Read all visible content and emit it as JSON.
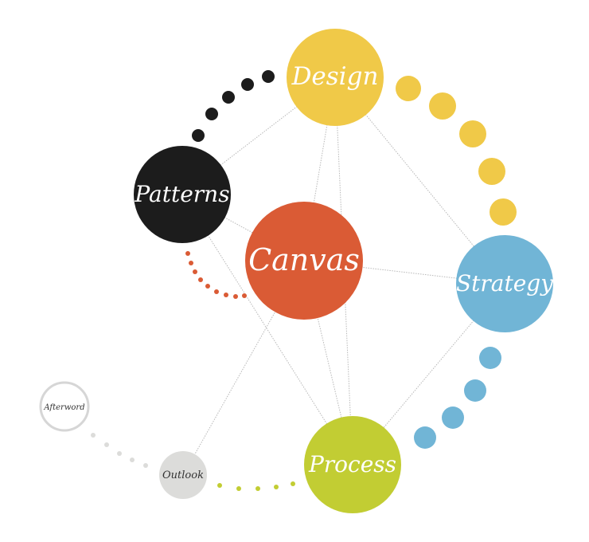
{
  "nodes": {
    "design": {
      "label": "Design",
      "color": "#f0c948"
    },
    "patterns": {
      "label": "Patterns",
      "color": "#1c1c1c"
    },
    "canvas": {
      "label": "Canvas",
      "color": "#da5b35"
    },
    "strategy": {
      "label": "Strategy",
      "color": "#71b5d6"
    },
    "process": {
      "label": "Process",
      "color": "#c2cd33"
    },
    "outlook": {
      "label": "Outlook",
      "color": "#dcdcda"
    },
    "afterword": {
      "label": "Afterword",
      "color": "#ffffff",
      "border": "#d6d6d6"
    }
  },
  "connections": [
    [
      "design",
      "patterns"
    ],
    [
      "design",
      "canvas"
    ],
    [
      "design",
      "process"
    ],
    [
      "design",
      "strategy"
    ],
    [
      "patterns",
      "canvas"
    ],
    [
      "patterns",
      "process"
    ],
    [
      "canvas",
      "strategy"
    ],
    [
      "canvas",
      "process"
    ],
    [
      "canvas",
      "outlook"
    ],
    [
      "strategy",
      "process"
    ]
  ],
  "dot_arcs": [
    {
      "name": "patterns-to-design-dots",
      "color": "#1c1c1c"
    },
    {
      "name": "design-to-strategy-dots",
      "color": "#f0c948"
    },
    {
      "name": "strategy-to-process-dots",
      "color": "#71b5d6"
    },
    {
      "name": "patterns-to-canvas-dots",
      "color": "#da5b35"
    },
    {
      "name": "outlook-to-process-dots",
      "color": "#c2cd33"
    },
    {
      "name": "afterword-to-outlook-dots",
      "color": "#dcdcda"
    }
  ]
}
